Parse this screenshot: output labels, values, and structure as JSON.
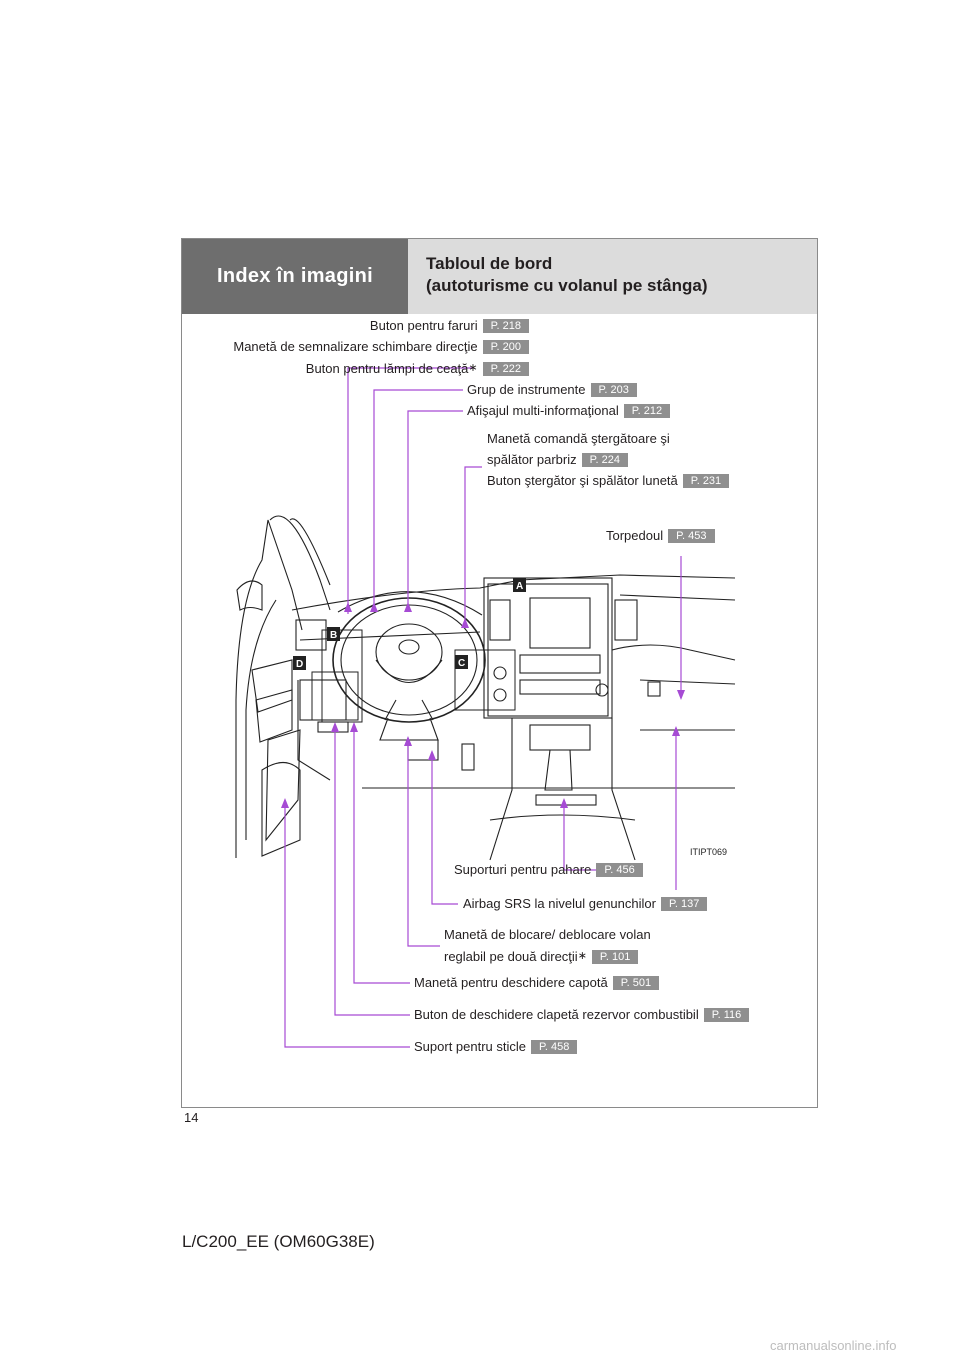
{
  "header": {
    "section": "Index în imagini",
    "title_line1": "Tabloul de bord",
    "title_line2": "(autoturisme cu volanul pe stânga)"
  },
  "labels": {
    "headlight": {
      "text": "Buton pentru faruri",
      "page": "P. 218"
    },
    "turn_signal": {
      "text": "Manetă de semnalizare schimbare direcţie",
      "page": "P. 200"
    },
    "fog": {
      "text": "Buton pentru lămpi de ceaţă",
      "mark": "∗",
      "page": "P. 222"
    },
    "gauges": {
      "text": "Grup de instrumente",
      "page": "P. 203"
    },
    "multi_display": {
      "text": "Afişajul multi-informaţional",
      "page": "P. 212"
    },
    "wiper_line1": "Manetă comandă ştergătoare şi",
    "wiper_line2": {
      "text": "spălător parbriz",
      "page": "P. 224"
    },
    "rear_wiper": {
      "text": "Buton ştergător şi spălător lunetă",
      "page": "P. 231"
    },
    "glovebox": {
      "text": "Torpedoul",
      "page": "P. 453"
    },
    "cup_holders": {
      "text": "Suporturi pentru pahare",
      "page": "P. 456"
    },
    "knee_airbag": {
      "text": "Airbag SRS la nivelul genunchilor",
      "page": "P. 137"
    },
    "tilt_line1": "Manetă de blocare/ deblocare volan",
    "tilt_line2": {
      "text": "reglabil pe două direcţii",
      "mark": "∗",
      "page": "P. 101"
    },
    "hood": {
      "text": "Manetă pentru deschidere capotă",
      "page": "P. 501"
    },
    "fuel_door": {
      "text": "Buton de deschidere clapetă rezervor combustibil",
      "page": "P. 116"
    },
    "bottle_holder": {
      "text": "Suport pentru sticle",
      "page": "P. 458"
    }
  },
  "callouts": {
    "a": "A",
    "b": "B",
    "c": "C",
    "d": "D"
  },
  "image_code": "ITIPT069",
  "page_number": "14",
  "footer": "L/C200_EE (OM60G38E)",
  "watermark": "carmanualsonline.info",
  "colors": {
    "leader": "#a64bd4",
    "badge": "#8f8f8f",
    "header_dark": "#6e6e6e",
    "header_light": "#dcdcdc"
  }
}
